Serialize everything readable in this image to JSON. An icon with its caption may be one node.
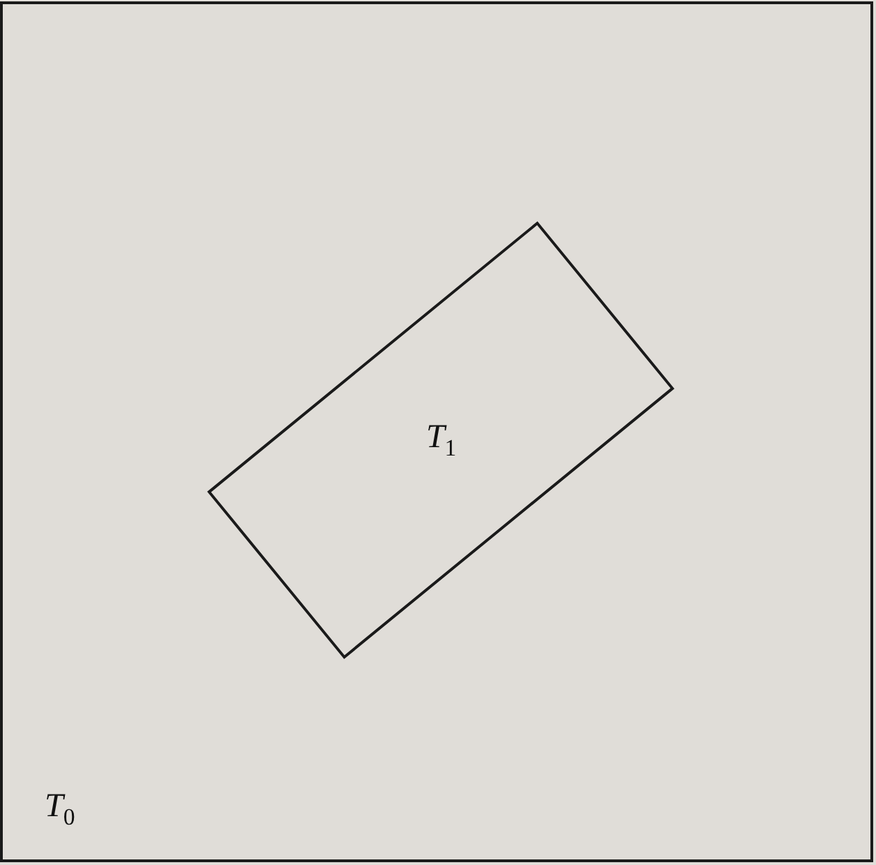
{
  "diagram": {
    "nodes": [
      {
        "text": [
          "*T*$_{0}$"
        ]
      },
      {
        "text": [
          "*T*$_{1}$"
        ],
        "in": 0
      }
    ]
  }
}
